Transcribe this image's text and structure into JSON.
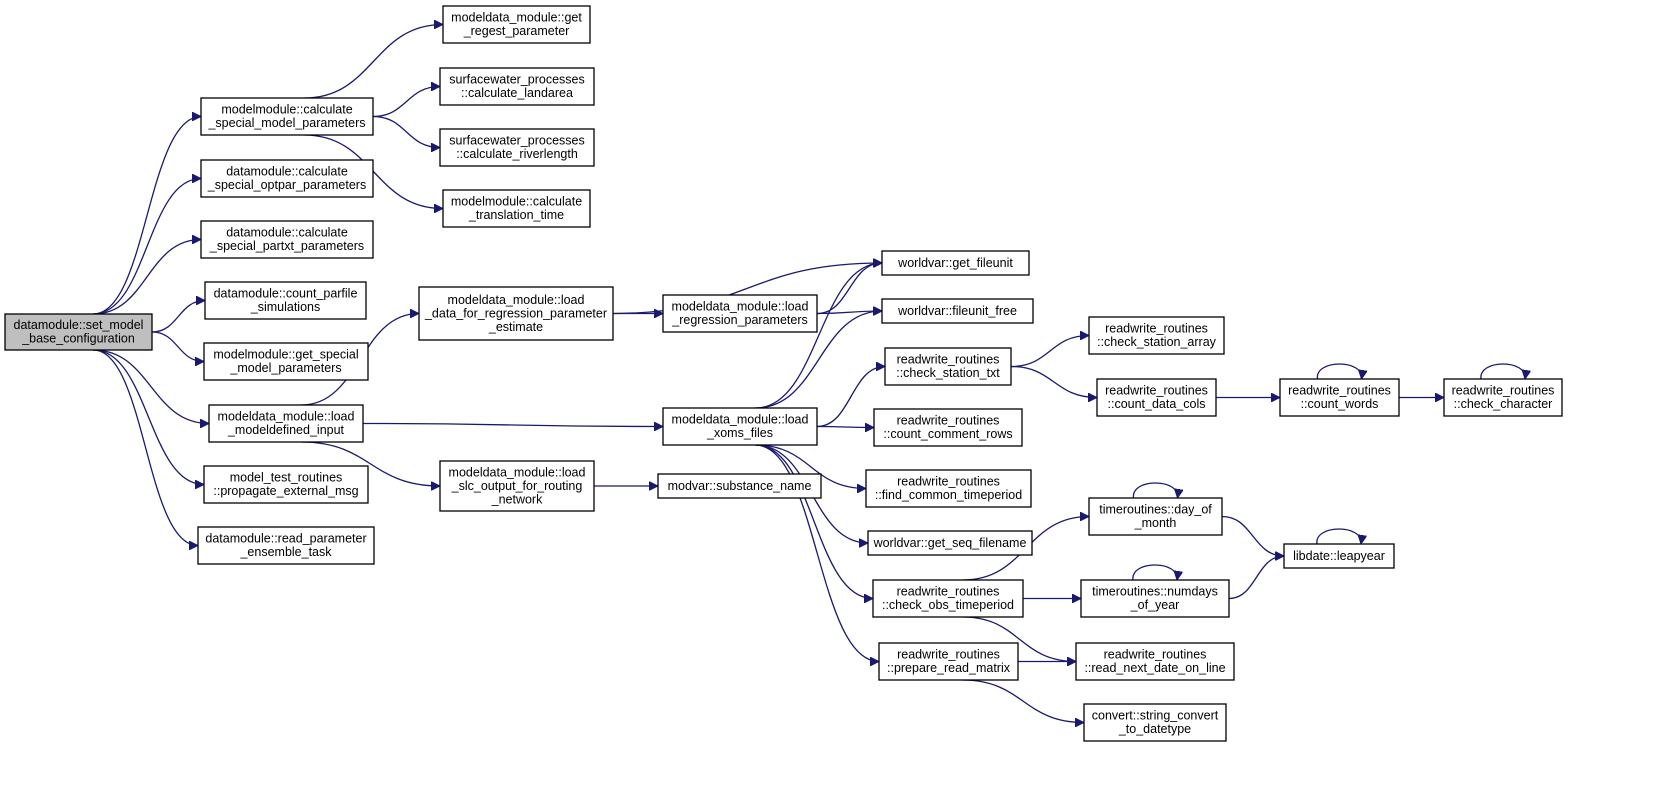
{
  "diagram": {
    "type": "call-graph",
    "colors": {
      "edge": "#191970",
      "node_border": "#000000",
      "root_fill": "#bfbfbf",
      "node_fill": "#ffffff"
    },
    "nodes": [
      {
        "id": "n0",
        "lines": [
          "datamodule::set_model",
          "_base_configuration"
        ],
        "root": true
      },
      {
        "id": "n1",
        "lines": [
          "modelmodule::calculate",
          "_special_model_parameters"
        ]
      },
      {
        "id": "n2",
        "lines": [
          "datamodule::calculate",
          "_special_optpar_parameters"
        ]
      },
      {
        "id": "n3",
        "lines": [
          "datamodule::calculate",
          "_special_partxt_parameters"
        ]
      },
      {
        "id": "n4",
        "lines": [
          "datamodule::count_parfile",
          "_simulations"
        ]
      },
      {
        "id": "n5",
        "lines": [
          "modelmodule::get_special",
          "_model_parameters"
        ]
      },
      {
        "id": "n6",
        "lines": [
          "modeldata_module::load",
          "_modeldefined_input"
        ]
      },
      {
        "id": "n7",
        "lines": [
          "model_test_routines",
          "::propagate_external_msg"
        ]
      },
      {
        "id": "n8",
        "lines": [
          "datamodule::read_parameter",
          "_ensemble_task"
        ]
      },
      {
        "id": "n9",
        "lines": [
          "modeldata_module::get",
          "_regest_parameter"
        ]
      },
      {
        "id": "n10",
        "lines": [
          "surfacewater_processes",
          "::calculate_landarea"
        ]
      },
      {
        "id": "n11",
        "lines": [
          "surfacewater_processes",
          "::calculate_riverlength"
        ]
      },
      {
        "id": "n12",
        "lines": [
          "modelmodule::calculate",
          "_translation_time"
        ]
      },
      {
        "id": "n13",
        "lines": [
          "modeldata_module::load",
          "_data_for_regression_parameter",
          "_estimate"
        ]
      },
      {
        "id": "n14",
        "lines": [
          "modeldata_module::load",
          "_slc_output_for_routing",
          "_network"
        ]
      },
      {
        "id": "n15",
        "lines": [
          "modeldata_module::load",
          "_regression_parameters"
        ]
      },
      {
        "id": "n16",
        "lines": [
          "modeldata_module::load",
          "_xoms_files"
        ]
      },
      {
        "id": "n17",
        "lines": [
          "modvar::substance_name"
        ]
      },
      {
        "id": "n18",
        "lines": [
          "worldvar::get_fileunit"
        ]
      },
      {
        "id": "n19",
        "lines": [
          "worldvar::fileunit_free"
        ]
      },
      {
        "id": "n20",
        "lines": [
          "readwrite_routines",
          "::check_station_txt"
        ]
      },
      {
        "id": "n21",
        "lines": [
          "readwrite_routines",
          "::count_comment_rows"
        ]
      },
      {
        "id": "n22",
        "lines": [
          "readwrite_routines",
          "::find_common_timeperiod"
        ]
      },
      {
        "id": "n23",
        "lines": [
          "worldvar::get_seq_filename"
        ]
      },
      {
        "id": "n24",
        "lines": [
          "readwrite_routines",
          "::check_obs_timeperiod"
        ]
      },
      {
        "id": "n25",
        "lines": [
          "readwrite_routines",
          "::prepare_read_matrix"
        ]
      },
      {
        "id": "n26",
        "lines": [
          "readwrite_routines",
          "::check_station_array"
        ]
      },
      {
        "id": "n27",
        "lines": [
          "readwrite_routines",
          "::count_data_cols"
        ]
      },
      {
        "id": "n28",
        "lines": [
          "timeroutines::day_of",
          "_month"
        ]
      },
      {
        "id": "n29",
        "lines": [
          "timeroutines::numdays",
          "_of_year"
        ]
      },
      {
        "id": "n30",
        "lines": [
          "readwrite_routines",
          "::read_next_date_on_line"
        ]
      },
      {
        "id": "n31",
        "lines": [
          "convert::string_convert",
          "_to_datetype"
        ]
      },
      {
        "id": "n32",
        "lines": [
          "readwrite_routines",
          "::count_words"
        ]
      },
      {
        "id": "n33",
        "lines": [
          "readwrite_routines",
          "::check_character"
        ]
      },
      {
        "id": "n34",
        "lines": [
          "libdate::leapyear"
        ]
      }
    ],
    "edges": [
      [
        "n0",
        "n1"
      ],
      [
        "n0",
        "n2"
      ],
      [
        "n0",
        "n3"
      ],
      [
        "n0",
        "n4"
      ],
      [
        "n0",
        "n5"
      ],
      [
        "n0",
        "n6"
      ],
      [
        "n0",
        "n7"
      ],
      [
        "n0",
        "n8"
      ],
      [
        "n1",
        "n9"
      ],
      [
        "n1",
        "n10"
      ],
      [
        "n1",
        "n11"
      ],
      [
        "n1",
        "n12"
      ],
      [
        "n6",
        "n13"
      ],
      [
        "n6",
        "n16"
      ],
      [
        "n6",
        "n14"
      ],
      [
        "n13",
        "n18"
      ],
      [
        "n13",
        "n15"
      ],
      [
        "n15",
        "n18"
      ],
      [
        "n15",
        "n19"
      ],
      [
        "n14",
        "n17"
      ],
      [
        "n16",
        "n18"
      ],
      [
        "n16",
        "n19"
      ],
      [
        "n16",
        "n20"
      ],
      [
        "n16",
        "n21"
      ],
      [
        "n16",
        "n22"
      ],
      [
        "n16",
        "n23"
      ],
      [
        "n16",
        "n24"
      ],
      [
        "n16",
        "n25"
      ],
      [
        "n20",
        "n26"
      ],
      [
        "n20",
        "n27"
      ],
      [
        "n27",
        "n32"
      ],
      [
        "n32",
        "n32"
      ],
      [
        "n32",
        "n33"
      ],
      [
        "n33",
        "n33"
      ],
      [
        "n24",
        "n28"
      ],
      [
        "n24",
        "n29"
      ],
      [
        "n24",
        "n30"
      ],
      [
        "n28",
        "n28"
      ],
      [
        "n29",
        "n29"
      ],
      [
        "n28",
        "n34"
      ],
      [
        "n29",
        "n34"
      ],
      [
        "n34",
        "n34"
      ],
      [
        "n25",
        "n30"
      ],
      [
        "n25",
        "n31"
      ]
    ]
  }
}
